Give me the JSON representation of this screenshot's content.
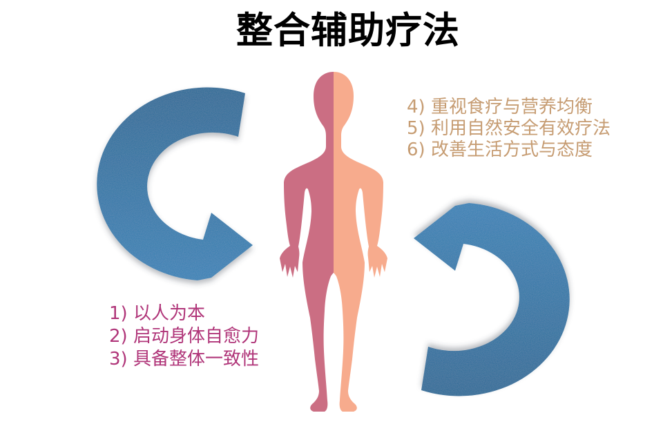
{
  "title": {
    "text": "整合辅助疗法",
    "color": "#000000"
  },
  "left_list": {
    "color": "#b03579",
    "items": [
      "1) 以人为本",
      "2) 启动身体自愈力",
      "3) 具备整体一致性"
    ]
  },
  "right_list": {
    "color": "#c69c72",
    "items": [
      "4) 重视食疗与营养均衡",
      "5) 利用自然安全有效疗法",
      "6) 改善生活方式与态度"
    ]
  },
  "figure": {
    "left_half_color": "#cb6e83",
    "right_half_color": "#f7ab8d"
  },
  "arrows": {
    "dark": "#1f6795",
    "light": "#2f80b5"
  }
}
